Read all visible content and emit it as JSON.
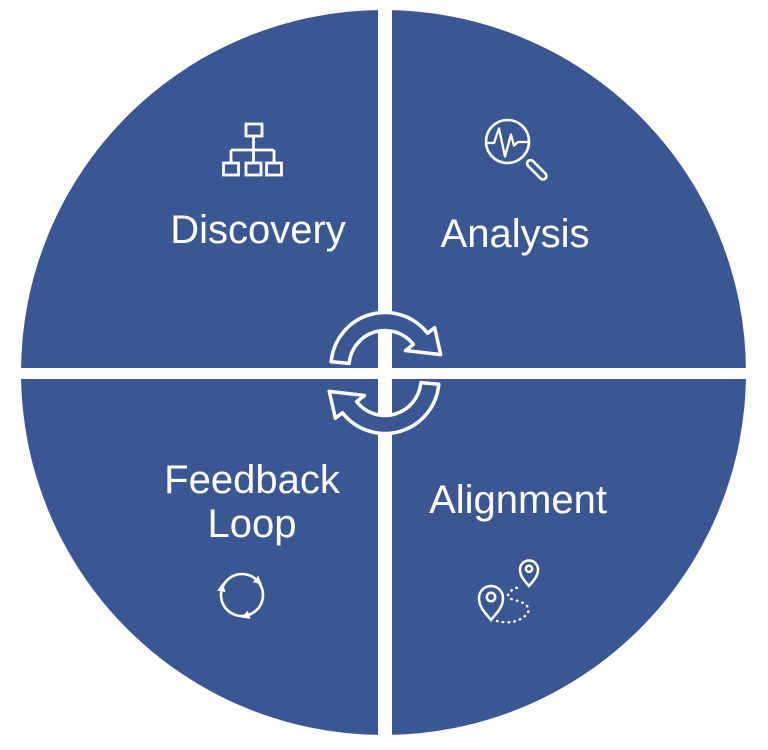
{
  "diagram": {
    "type": "four-quadrant-cycle",
    "colors": {
      "quadrant-blue": "#3A5794",
      "divider-white": "#FFFFFF",
      "label-white": "#FFFFFF"
    },
    "quadrants": [
      {
        "position": "top-left",
        "label": "Discovery",
        "icon": "org-chart-icon"
      },
      {
        "position": "top-right",
        "label": "Analysis",
        "icon": "magnifier-pulse-icon"
      },
      {
        "position": "bottom-left",
        "label": "Feedback Loop",
        "icon": "cycle-refresh-icon"
      },
      {
        "position": "bottom-right",
        "label": "Alignment",
        "icon": "map-route-icon"
      }
    ],
    "center_icon": "clockwise-cycle-arrows-icon"
  }
}
